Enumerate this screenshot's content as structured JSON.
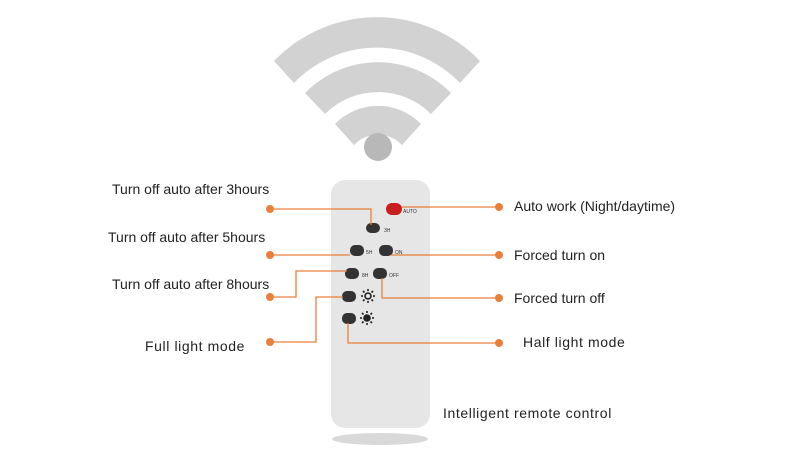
{
  "colors": {
    "leader": "#e8803a",
    "remote_body": "#e6e6e6",
    "button": "#333333",
    "auto_button": "#c81e1e",
    "wifi": "#d2d2d2"
  },
  "remote": {
    "icon": "wifi-icon",
    "buttons": {
      "b3h": "3H",
      "b5h": "5H",
      "on": "ON",
      "b8h": "8H",
      "off": "OFF",
      "auto": "AUTO"
    },
    "full_icon": "sun-outline-icon",
    "half_icon": "sun-filled-icon"
  },
  "labels": {
    "off_3h": "Turn off auto after 3hours",
    "off_5h": "Turn off auto after 5hours",
    "off_8h": "Turn off auto after 8hours",
    "full_light": "Full light  mode",
    "auto_work": "Auto work (Night/daytime)",
    "forced_on": "Forced turn on",
    "forced_off": "Forced turn off",
    "half_light": "Half  light mode",
    "caption": "Intelligent remote control"
  }
}
